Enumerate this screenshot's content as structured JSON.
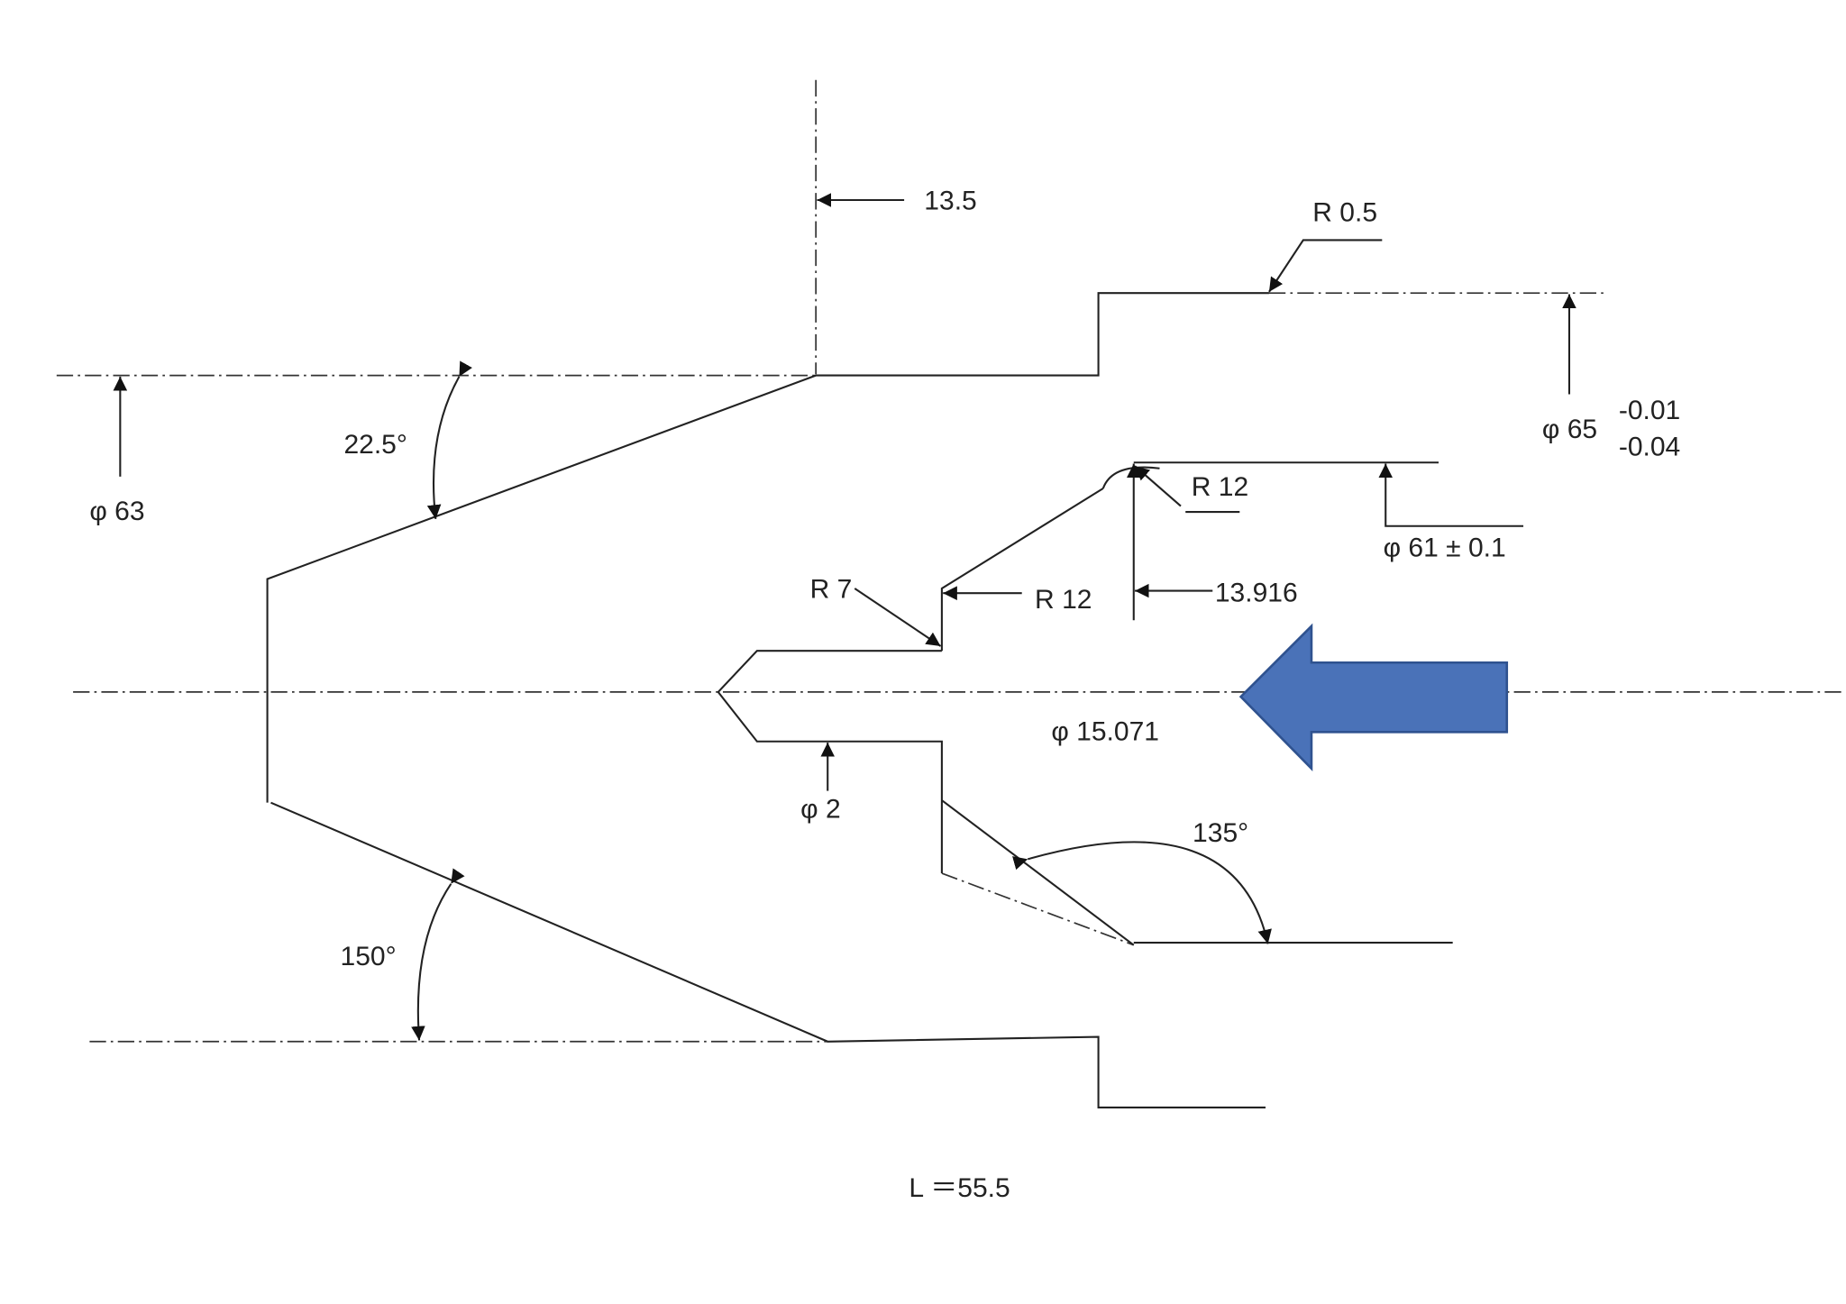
{
  "drawing": {
    "dim_13_5": "13.5",
    "r_0_5": "R 0.5",
    "phi_65": "φ 65",
    "phi_65_tol_upper": "-0.01",
    "phi_65_tol_lower": "-0.04",
    "r_12_upper": "R 12",
    "phi_61": "φ 61 ± 0.1",
    "dim_13_916": "13.916",
    "r_7": "R 7",
    "r_12_lower": "R 12",
    "phi_63": "φ 63",
    "angle_22_5": "22.5°",
    "angle_150": "150°",
    "phi_15_071": "φ 15.071",
    "phi_2": "φ 2",
    "angle_135": "135°",
    "length": "L ＝55.5"
  },
  "colors": {
    "arrow_fill": "#4A72B8",
    "arrow_stroke": "#2F528F"
  }
}
